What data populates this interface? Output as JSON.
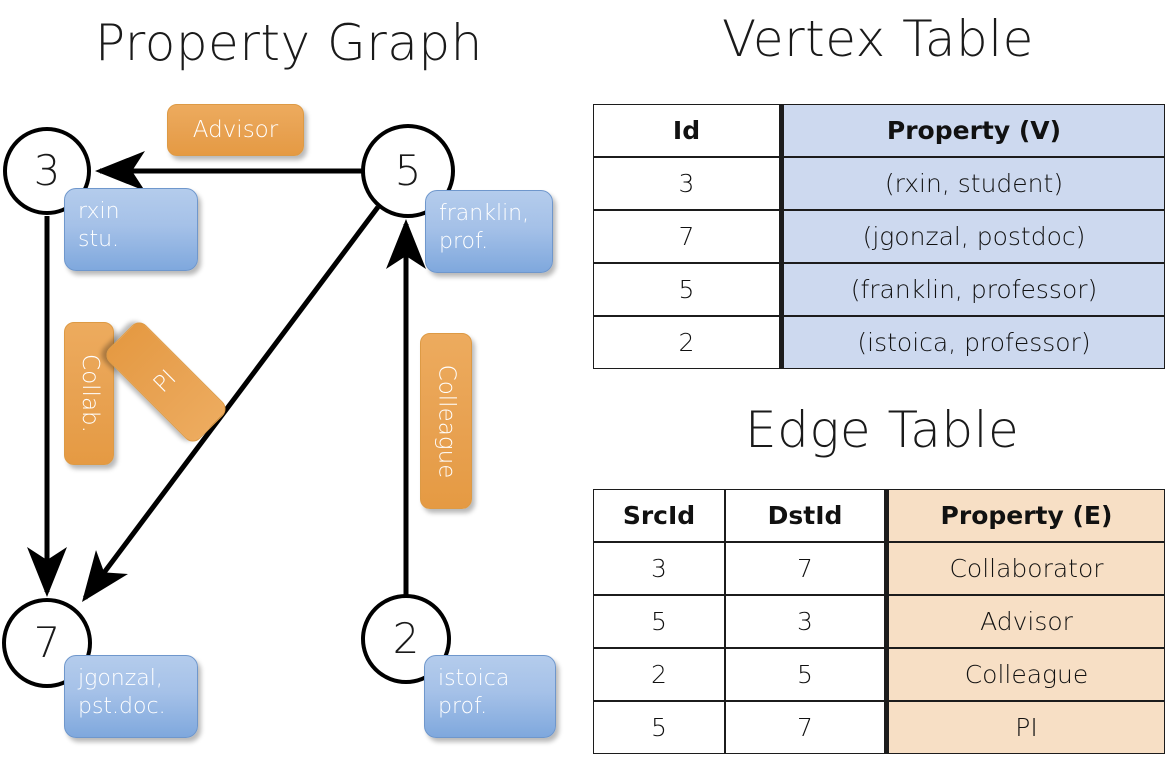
{
  "titles": {
    "property_graph": "Property Graph",
    "vertex_table": "Vertex Table",
    "edge_table": "Edge Table"
  },
  "graph": {
    "nodes": [
      {
        "id": "3",
        "property_lines": [
          "rxin",
          "stu."
        ]
      },
      {
        "id": "5",
        "property_lines": [
          "franklin,",
          "prof."
        ]
      },
      {
        "id": "7",
        "property_lines": [
          "jgonzal,",
          "pst.doc."
        ]
      },
      {
        "id": "2",
        "property_lines": [
          "istoica",
          "prof."
        ]
      }
    ],
    "edge_labels": {
      "advisor": "Advisor",
      "collab": "Collab.",
      "pi": "PI",
      "colleague": "Colleague"
    },
    "colors": {
      "vertex_property_fill": "#a5c1e8",
      "edge_property_fill": "#e8a252",
      "node_stroke": "#000000",
      "edge_stroke": "#000000"
    }
  },
  "vertex_table": {
    "headers": [
      "Id",
      "Property (V)"
    ],
    "rows": [
      [
        "3",
        "(rxin, student)"
      ],
      [
        "7",
        "(jgonzal, postdoc)"
      ],
      [
        "5",
        "(franklin, professor)"
      ],
      [
        "2",
        "(istoica, professor)"
      ]
    ],
    "highlight_color": "#cdd9ef"
  },
  "edge_table": {
    "headers": [
      "SrcId",
      "DstId",
      "Property (E)"
    ],
    "rows": [
      [
        "3",
        "7",
        "Collaborator"
      ],
      [
        "5",
        "3",
        "Advisor"
      ],
      [
        "2",
        "5",
        "Colleague"
      ],
      [
        "5",
        "7",
        "PI"
      ]
    ],
    "highlight_color": "#f7dfc5"
  }
}
